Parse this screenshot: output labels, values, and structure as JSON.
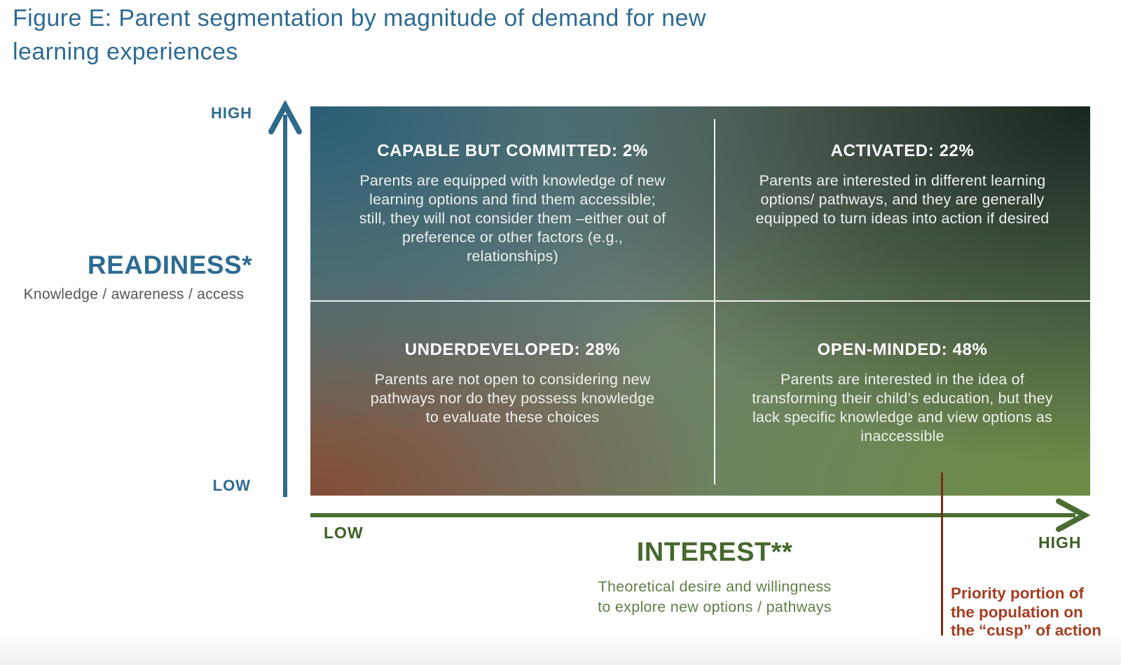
{
  "figure": {
    "title_line1": "Figure E: Parent segmentation by magnitude of demand for new",
    "title_line2": "learning experiences"
  },
  "y_axis": {
    "name": "READINESS*",
    "description": "Knowledge / awareness / access",
    "high_label": "HIGH",
    "low_label": "LOW"
  },
  "x_axis": {
    "name": "INTEREST**",
    "description_line1": "Theoretical desire and willingness",
    "description_line2": "to explore new options / pathways",
    "low_label": "LOW",
    "high_label": "HIGH"
  },
  "quadrants": {
    "top_left": {
      "heading": "CAPABLE BUT COMMITTED: 2%",
      "body": "Parents are equipped with knowledge of new learning options and find them accessible; still, they will not consider them –either out of preference or other factors (e.g., relationships)"
    },
    "top_right": {
      "heading": "ACTIVATED: 22%",
      "body": "Parents are interested in different learning options/ pathways, and they are generally equipped to turn ideas into action if desired"
    },
    "bottom_left": {
      "heading": "UNDERDEVELOPED: 28%",
      "body": "Parents are not open to considering new pathways nor do they possess knowledge to evaluate these choices"
    },
    "bottom_right": {
      "heading": "OPEN-MINDED: 48%",
      "body": "Parents are interested in the idea of transforming their child’s education, but they lack specific knowledge and view options as inaccessible"
    }
  },
  "annotation": {
    "line1": "Priority portion of",
    "line2": "the population on",
    "line3": "the “cusp” of action"
  },
  "colors": {
    "title_blue": "#2d6b92",
    "axis_blue": "#2e6a8c",
    "axis_green": "#4a6c31",
    "label_green_dark": "#3d6027",
    "interest_green": "#47682e",
    "interest_sub_green": "#5d7f45",
    "annotation_red": "#a63c20",
    "annotation_line_red": "#7e2a17",
    "matrix_top_left": "#2a5e77",
    "matrix_top_right": "#17271b",
    "matrix_bottom_left": "#834d36",
    "matrix_bottom_right": "#6d8b42"
  },
  "chart_data": {
    "type": "table",
    "subtype": "2x2-quadrant-segmentation-matrix",
    "title": "Figure E: Parent segmentation by magnitude of demand for new learning experiences",
    "x_axis": {
      "label": "INTEREST**",
      "sublabel": "Theoretical desire and willingness to explore new options / pathways",
      "range": [
        "LOW",
        "HIGH"
      ]
    },
    "y_axis": {
      "label": "READINESS*",
      "sublabel": "Knowledge / awareness / access",
      "range": [
        "LOW",
        "HIGH"
      ]
    },
    "segments": [
      {
        "name": "CAPABLE BUT COMMITTED",
        "percent": 2,
        "interest": "LOW",
        "readiness": "HIGH",
        "description": "Parents are equipped with knowledge of new learning options and find them accessible; still, they will not consider them –either out of preference or other factors (e.g., relationships)"
      },
      {
        "name": "ACTIVATED",
        "percent": 22,
        "interest": "HIGH",
        "readiness": "HIGH",
        "description": "Parents are interested in different learning options/ pathways, and they are generally equipped to turn ideas into action if desired"
      },
      {
        "name": "UNDERDEVELOPED",
        "percent": 28,
        "interest": "LOW",
        "readiness": "LOW",
        "description": "Parents are not open to considering new pathways nor do they possess knowledge to evaluate these choices"
      },
      {
        "name": "OPEN-MINDED",
        "percent": 48,
        "interest": "HIGH",
        "readiness": "LOW",
        "description": "Parents are interested in the idea of transforming their child’s education, but they lack specific knowledge and view options as inaccessible"
      }
    ],
    "annotation": "Priority portion of the population on the “cusp” of action",
    "legend_position": "none",
    "grid": false
  }
}
